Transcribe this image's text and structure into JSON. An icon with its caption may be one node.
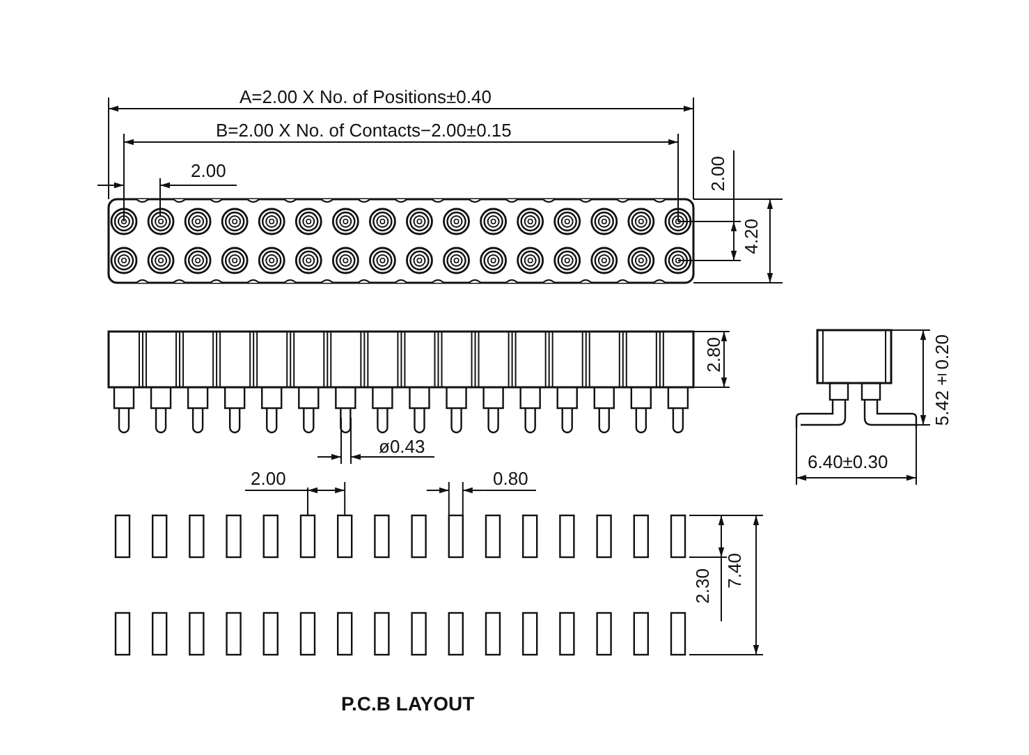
{
  "diagram": {
    "labels": [
      "A=2.00 X No. of Positions±0.40",
      "B=2.00 X No. of Contacts−2.00±0.15",
      "2.00",
      "2.00",
      "4.20",
      "2.80",
      "5.42±0.20",
      "ø0.43",
      "6.40±0.30",
      "2.00",
      "0.80",
      "2.30",
      "7.40",
      "P.C.B LAYOUT"
    ]
  }
}
